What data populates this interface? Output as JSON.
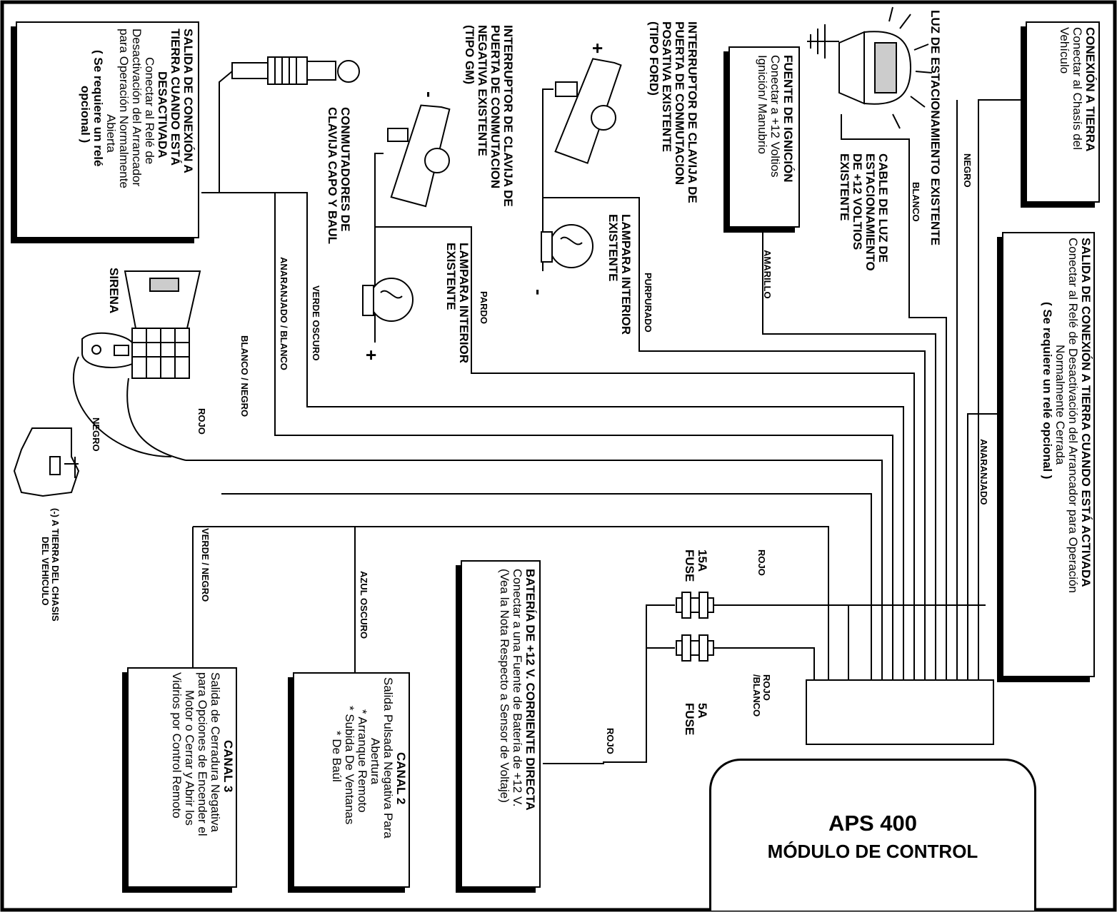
{
  "module": {
    "model": "APS 400",
    "name": "MÓDULO DE CONTROL"
  },
  "boxes": {
    "ground": {
      "title": "CONEXIÓN A TIERRA",
      "lines": [
        "Conectar al Chasís del",
        "Vehículo"
      ]
    },
    "ignition": {
      "title": "FUENTE DE IGNICIÓN",
      "lines": [
        "Conectar a +12 Voltios",
        "Ignición/ Manubrio"
      ]
    },
    "starter_disable_active": {
      "title": "SALIDA DE CONEXIÓN A TIERRA CUANDO ESTÁ ACTIVADA",
      "lines": [
        "Conectar al Relé de Desactivación del Arrancador para Operación",
        "Normalmente Cerrada"
      ],
      "note": "( Se requiere un relé opcional )"
    },
    "starter_disable_inactive": {
      "title_lines": [
        "SALIDA DE CONEXIÓN A",
        "TIERRA CUANDO ESTÁ",
        "DESACTIVADA"
      ],
      "lines": [
        "Conectar al Relé de",
        "Desactivación del Arrancador",
        "para Operación Normalmente",
        "Abierta"
      ],
      "note_lines": [
        "( Se requiere un relé",
        "opcional )"
      ]
    },
    "battery": {
      "title": "BATERÍA DE +12 V. CORRIENTE DIRECTA",
      "lines": [
        "Conectar a una Fuente de Batería de +12 V.",
        "(Vea la Nota Respecto a Sensor de Voltaje)"
      ]
    },
    "channel2": {
      "title": "CANAL 2",
      "lines": [
        "Salida Pulsada Negativa Para",
        "Abertura",
        "* Arranque Remoto",
        "* Subida De Ventanas",
        "* De Baúl"
      ]
    },
    "channel3": {
      "title": "CANAL 3",
      "lines": [
        "Salida de Cerradura Negativa",
        "para Opciones de Encender el",
        "Motor o Cerrar y Abrir los",
        "Vidrios por Control Remoto"
      ]
    }
  },
  "labels": {
    "parking_light": "LUZ DE ESTACIONAMIENTO EXISTENTE",
    "parking_wire": [
      "CABLE DE LUZ DE",
      "ESTACIONAMIENTO",
      "DE +12 VOLTIOS",
      "EXISTENTE"
    ],
    "ford_switch": [
      "INTERRUPTOR DE CLAVIJA DE",
      "PUERTA DE CONMUTACION",
      "POSATIVA EXISTENTE",
      "(TIPO FORD)"
    ],
    "gm_switch": [
      "INTERRUPTOR DE CLAVIJA DE",
      "PUERTA DE CONMUTACION",
      "NEGATIVA EXISTENTE",
      "(TIPO GM)"
    ],
    "lamp_interior_1": [
      "LAMPARA INTERIOR",
      "EXISTENTE"
    ],
    "lamp_interior_2": [
      "LAMPARA INTERIOR",
      "EXISTENTE"
    ],
    "hood_trunk": [
      "CONMUTADORES DE",
      "CLAVIJA CAPO Y BAUL"
    ],
    "siren": "SIRENA",
    "chassis_ground": [
      "(-)  A TIERRA DEL CHASIS",
      "DEL VEHICULO"
    ],
    "fuse_15a": [
      "15A",
      "FUSE"
    ],
    "fuse_5a": [
      "5A",
      "FUSE"
    ],
    "plus": "+",
    "minus": "-"
  },
  "wires": {
    "negro_1": "NEGRO",
    "blanco": "BLANCO",
    "amarillo": "AMARILLO",
    "anaranjado": "ANARANJADO",
    "purpurado": "PURPURADO",
    "pardo": "PARDO",
    "verde_oscuro": "VERDE OSCURO",
    "anaranjado_blanco": "ANARANJADO / BLANCO",
    "blanco_negro": "BLANCO / NEGRO",
    "rojo_siren": "ROJO",
    "negro_siren": "NEGRO",
    "verde_negro": "VERDE / NEGRO",
    "azul_oscuro": "AZUL OSCURO",
    "rojo_15a": "ROJO",
    "rojo_blanco": [
      "ROJO",
      "/BLANCO"
    ],
    "rojo_battery": "ROJO"
  }
}
